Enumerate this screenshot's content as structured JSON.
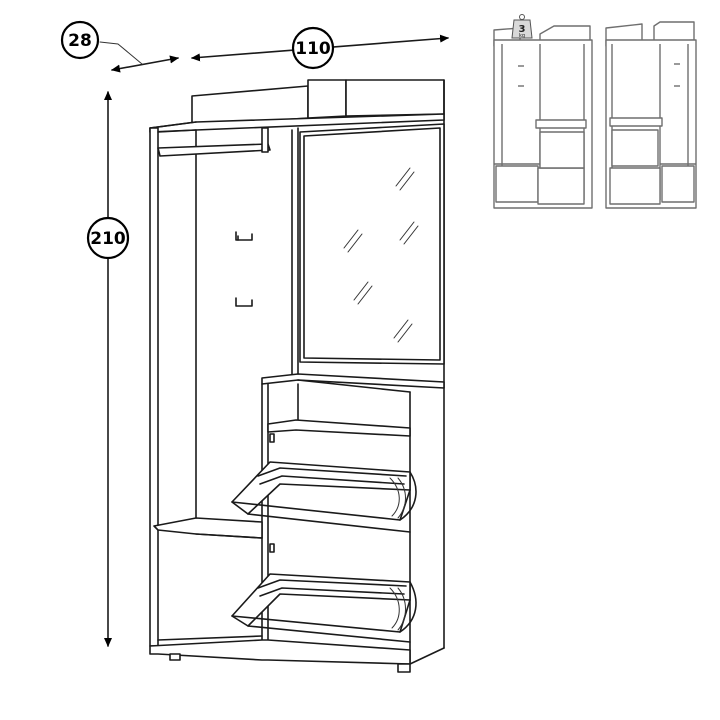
{
  "dimensions": {
    "depth": "28",
    "width": "110",
    "height": "210"
  },
  "weight_badge": {
    "value": "3",
    "unit": "kg"
  },
  "colors": {
    "line": "#1a1a1a",
    "thumbnail_line": "#6f6f6f",
    "background": "#ffffff"
  }
}
